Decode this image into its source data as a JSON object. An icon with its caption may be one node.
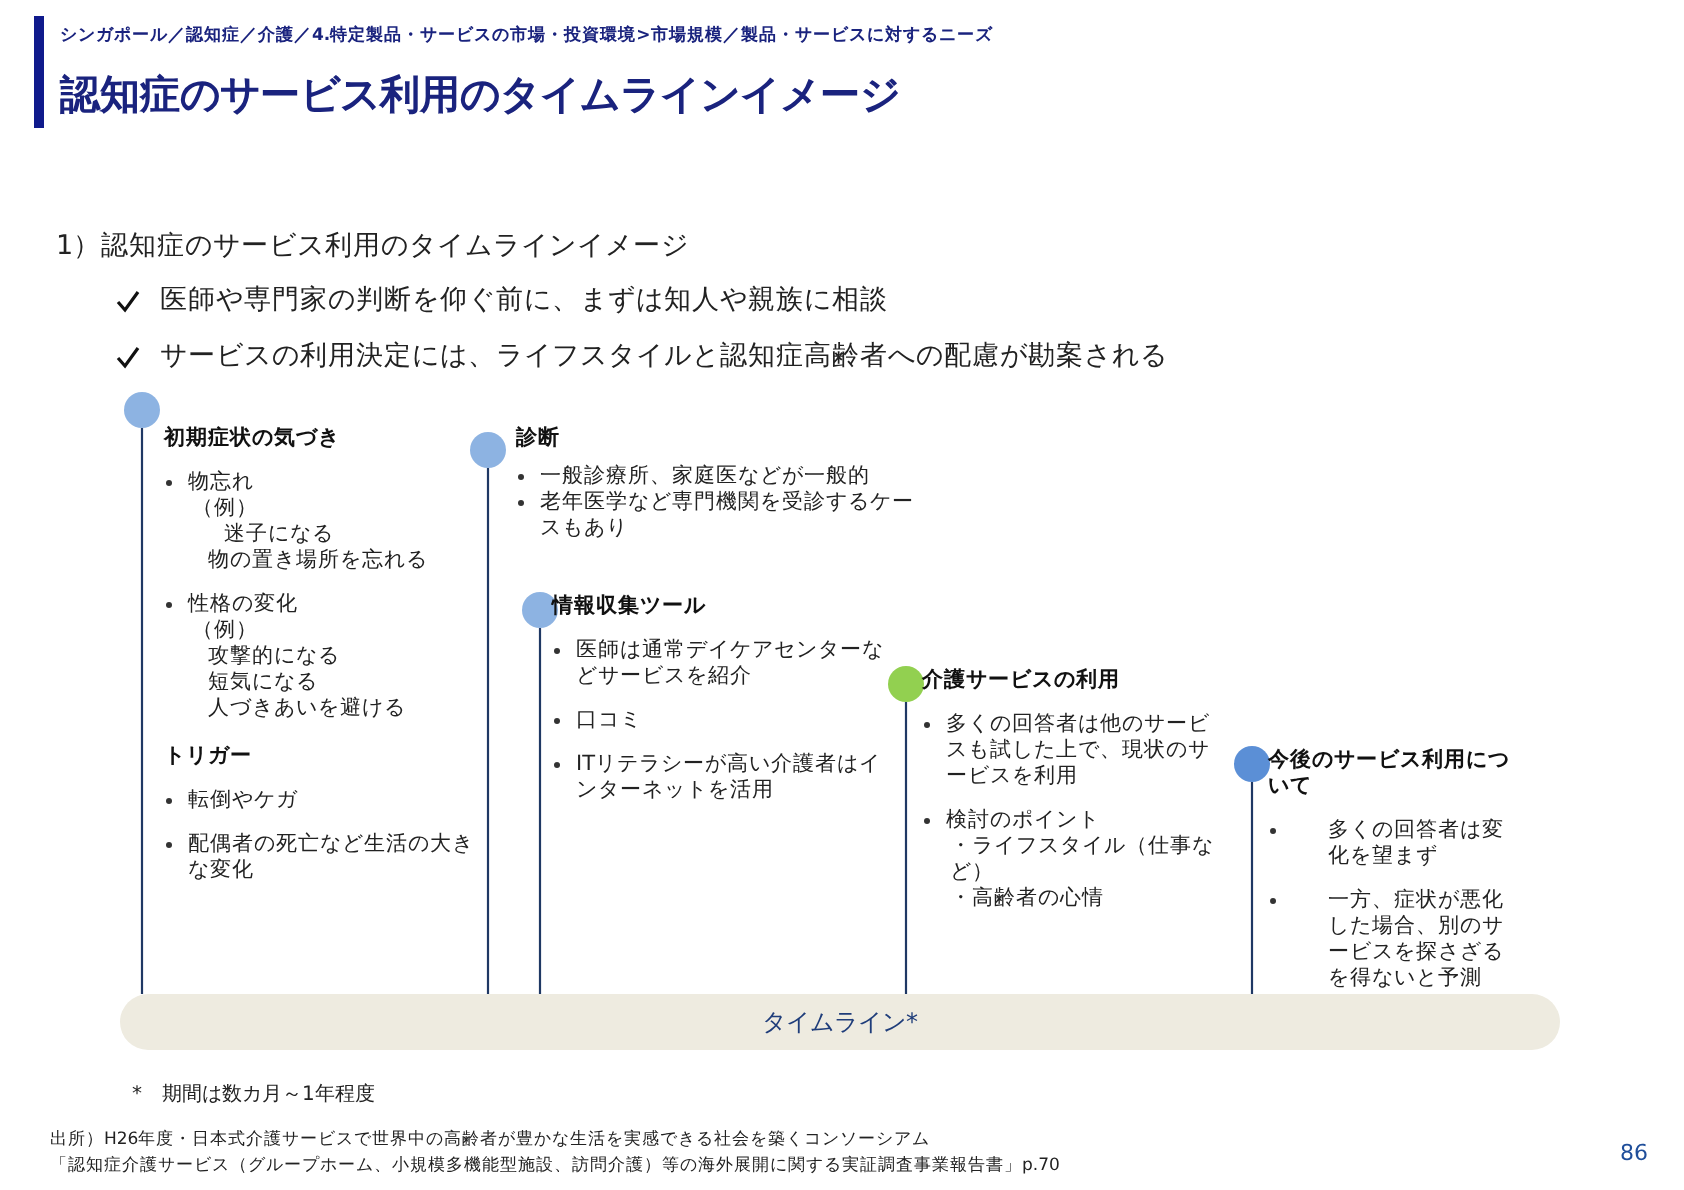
{
  "diagram": {
    "title": "認知症のサービス利用のタイムラインイメージ",
    "nodes": [
      {
        "text": [],
        "shape": "circle"
      },
      {
        "text": [
          "初期症状の気づき",
          "物忘れ",
          "（例）",
          "迷子になる",
          "物の置き場所を忘れる",
          "性格の変化",
          "（例）",
          "攻撃的になる",
          "短気になる",
          "人づきあいを避ける",
          "トリガー",
          "転倒やケガ",
          "配偶者の死亡など生活の大きな変化"
        ]
      },
      {
        "text": [],
        "shape": "circle"
      },
      {
        "text": [
          "診断",
          "一般診療所、家庭医などが一般的",
          "老年医学など専門機関を受診するケースもあり"
        ]
      },
      {
        "text": [],
        "shape": "circle"
      },
      {
        "text": [
          "情報収集ツール",
          "医師は通常デイケアセンターなどサービスを紹介",
          "口コミ",
          "ITリテラシーが高い介護者はインターネットを活用"
        ]
      },
      {
        "text": [],
        "shape": "circle"
      },
      {
        "text": [
          "介護サービスの利用",
          "多くの回答者は他のサービスも試した上で、現状のサービスを利用",
          "検討のポイント",
          "・ライフスタイル（仕事など）",
          "・高齢者の心情"
        ]
      },
      {
        "text": [],
        "shape": "circle"
      },
      {
        "text": [
          "今後のサービス利用について",
          "多くの回答者は変化を望まず",
          "一方、症状が悪化した場合、別のサービスを探さざるを得ないと予測"
        ]
      },
      {
        "text": [
          "タイムライン*"
        ]
      }
    ],
    "edges": [
      {
        "from": 0,
        "to": 10,
        "arrow": "none"
      },
      {
        "from": 2,
        "to": 10,
        "arrow": "none"
      },
      {
        "from": 4,
        "to": 10,
        "arrow": "none"
      },
      {
        "from": 6,
        "to": 10,
        "arrow": "none"
      },
      {
        "from": 8,
        "to": 10,
        "arrow": "none"
      }
    ],
    "labels": [
      "シンガポール／認知症／介護／4.特定製品・サービスの市場・投資環境>市場規模／製品・サービスに対するニーズ",
      "1）認知症のサービス利用のタイムラインイメージ",
      "医師や専門家の判断を仰ぐ前に、まずは知人や親族に相談",
      "サービスの利用決定には、ライフスタイルと認知症高齢者への配慮が勘案される",
      "*　期間は数カ月～1年程度",
      "出所）H26年度・日本式介護サービスで世界中の高齢者が豊かな生活を実感できる社会を築くコンソーシアム",
      "「認知症介護サービス（グループホーム、小規模多機能型施設、訪問介護）等の海外展開に関する実証調査事業報告書」p.70",
      "86"
    ]
  }
}
